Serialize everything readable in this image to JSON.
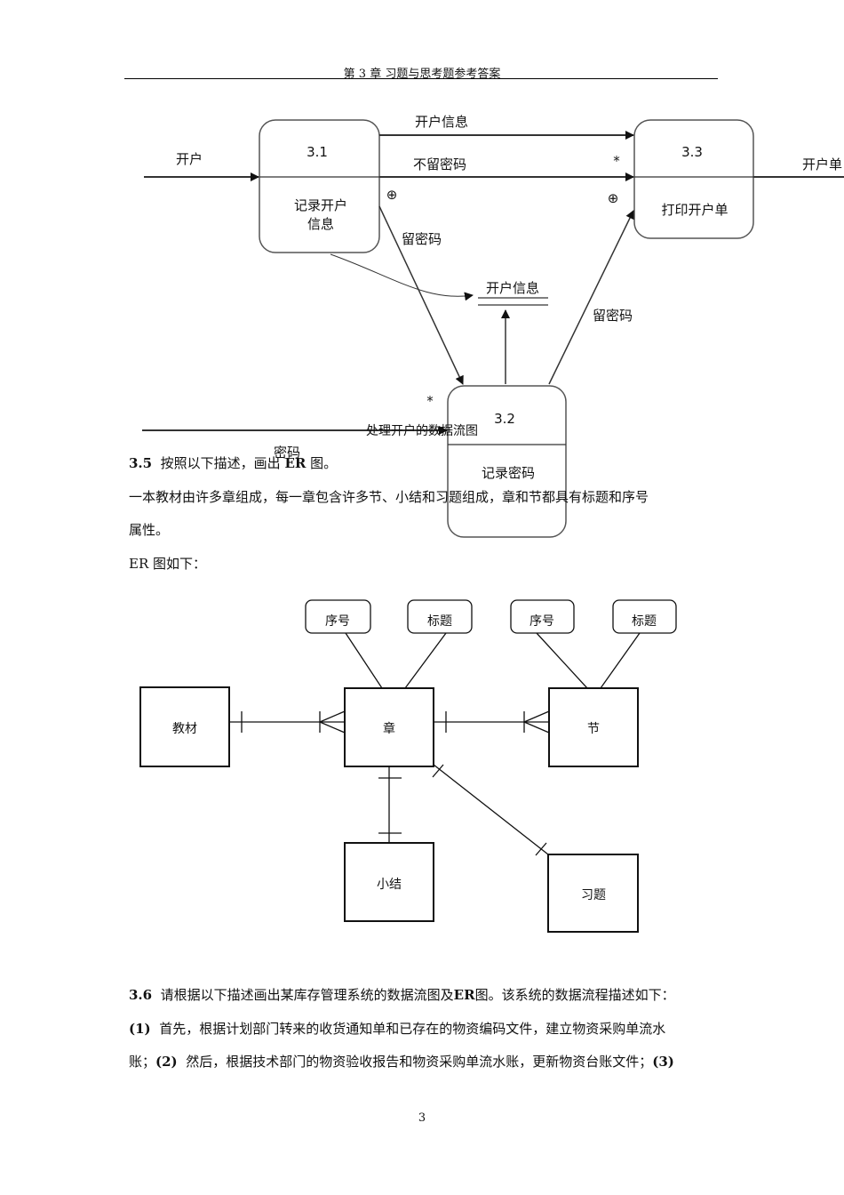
{
  "header": {
    "title": "第 3 章  习题与思考题参考答案"
  },
  "dfd": {
    "caption": "处理开户的数据流图",
    "p31": {
      "id": "3.1",
      "name_line1": "记录开户",
      "name_line2": "信息"
    },
    "p32": {
      "id": "3.2",
      "name": "记录密码"
    },
    "p33": {
      "id": "3.3",
      "name": "打印开户单"
    },
    "store": "开户信息",
    "flows": {
      "input_open": "开户",
      "open_info": "开户信息",
      "no_password": "不留密码",
      "keep_password_1": "留密码",
      "keep_password_2": "留密码",
      "password": "密码",
      "output": "开户单"
    },
    "symbols": {
      "star": "*",
      "xor": "⊕"
    }
  },
  "section35": {
    "num": "3.5",
    "title_a": "按照以下描述，画出",
    "title_b": "ER",
    "title_c": "图。",
    "desc_line1": "一本教材由许多章组成，每一章包含许多节、小结和习题组成，章和节都具有标题和序号",
    "desc_line2": "属性。",
    "er_intro": "ER 图如下："
  },
  "er": {
    "entities": {
      "textbook": "教材",
      "chapter": "章",
      "section": "节",
      "summary": "小结",
      "exercise": "习题"
    },
    "attributes": {
      "ch_seq": "序号",
      "ch_title": "标题",
      "sec_seq": "序号",
      "sec_title": "标题"
    }
  },
  "section36": {
    "num": "3.6",
    "line1_a": "请根据以下描述画出某库存管理系统的数据流图及",
    "line1_b": "ER",
    "line1_c": "图。该系统的数据流程描述如下：",
    "line2_a": "(1)",
    "line2_b": "首先，根据计划部门转来的收货通知单和已存在的物资编码文件，建立物资采购单流水",
    "line3_a": "账；",
    "line3_b": "(2)",
    "line3_c": "然后，根据技术部门的物资验收报告和物资采购单流水账，更新物资台账文件；",
    "line3_d": "(3)"
  },
  "page_number": "3"
}
